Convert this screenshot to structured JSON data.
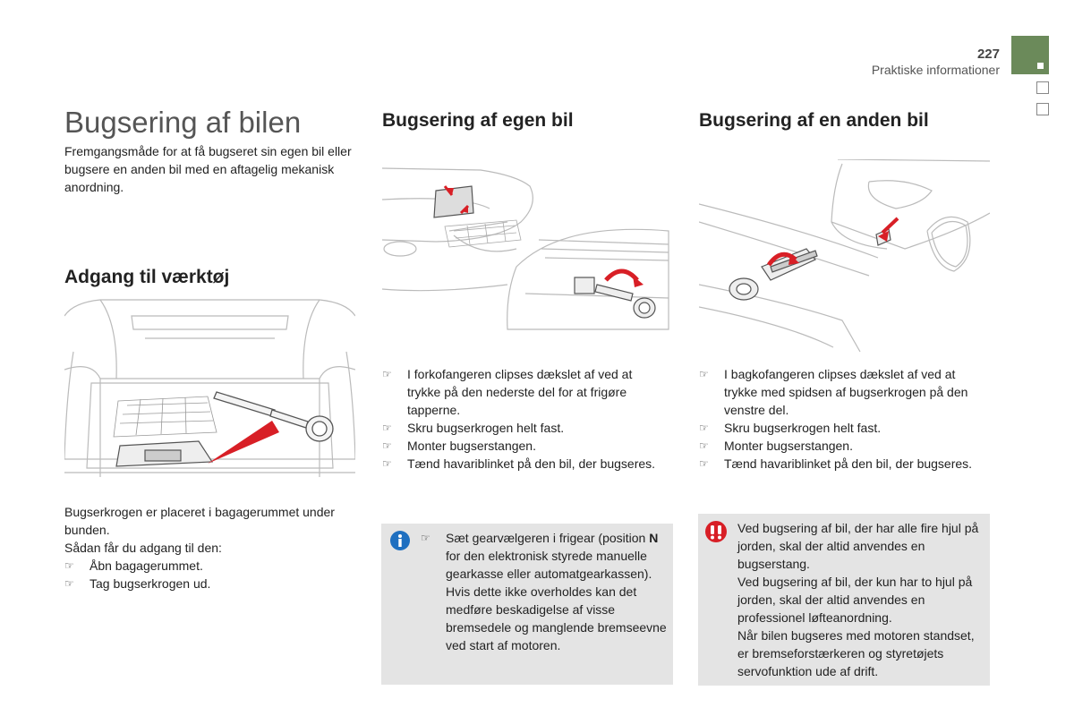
{
  "header": {
    "page_number": "227",
    "section": "Praktiske informationer"
  },
  "colors": {
    "tab_accent": "#6b8a5a",
    "highlight_red": "#d81f26",
    "info_blue": "#1e6fc0",
    "note_bg": "#e4e4e4"
  },
  "title": "Bugsering af bilen",
  "intro": "Fremgangsmåde for at få bugseret sin egen bil eller bugsere en anden bil med en aftagelig mekanisk anordning.",
  "tools": {
    "heading": "Adgang til værktøj",
    "para1": "Bugserkrogen er placeret i bagagerummet under bunden.",
    "para2": "Sådan får du adgang til den:",
    "steps": [
      "Åbn bagagerummet.",
      "Tag bugserkrogen ud."
    ]
  },
  "own_car": {
    "heading": "Bugsering af egen bil",
    "steps": [
      "I forkofangeren clipses dækslet af ved at trykke på den nederste del for at frigøre tapperne.",
      "Skru bugserkrogen helt fast.",
      "Monter bugserstangen.",
      "Tænd havariblinket på den bil, der bugseres."
    ],
    "note": {
      "icon": "info-icon",
      "line1_pre": "Sæt gearvælgeren i frigear (position ",
      "line1_bold": "N",
      "line1_post": " for den elektronisk styrede manuelle gearkasse eller automatgearkassen).",
      "line2": "Hvis dette ikke overholdes kan det medføre beskadigelse af visse bremsedele og manglende bremseevne ved start af motoren."
    }
  },
  "other_car": {
    "heading": "Bugsering af en anden bil",
    "steps": [
      "I bagkofangeren clipses dækslet af ved at trykke med spidsen af bugserkrogen på den venstre del.",
      "Skru bugserkrogen helt fast.",
      "Monter bugserstangen.",
      "Tænd havariblinket på den bil, der bugseres."
    ],
    "warning": {
      "icon": "warning-icon",
      "p1": "Ved bugsering af bil, der har alle fire hjul på jorden, skal der altid anvendes en bugserstang.",
      "p2": "Ved bugsering af bil, der kun har to hjul på jorden, skal der altid anvendes en professionel løfteanordning.",
      "p3": "Når bilen bugseres med motoren standset, er bremseforstærkeren og styretøjets servofunktion ude af drift."
    }
  },
  "bullet_glyph": "☞"
}
